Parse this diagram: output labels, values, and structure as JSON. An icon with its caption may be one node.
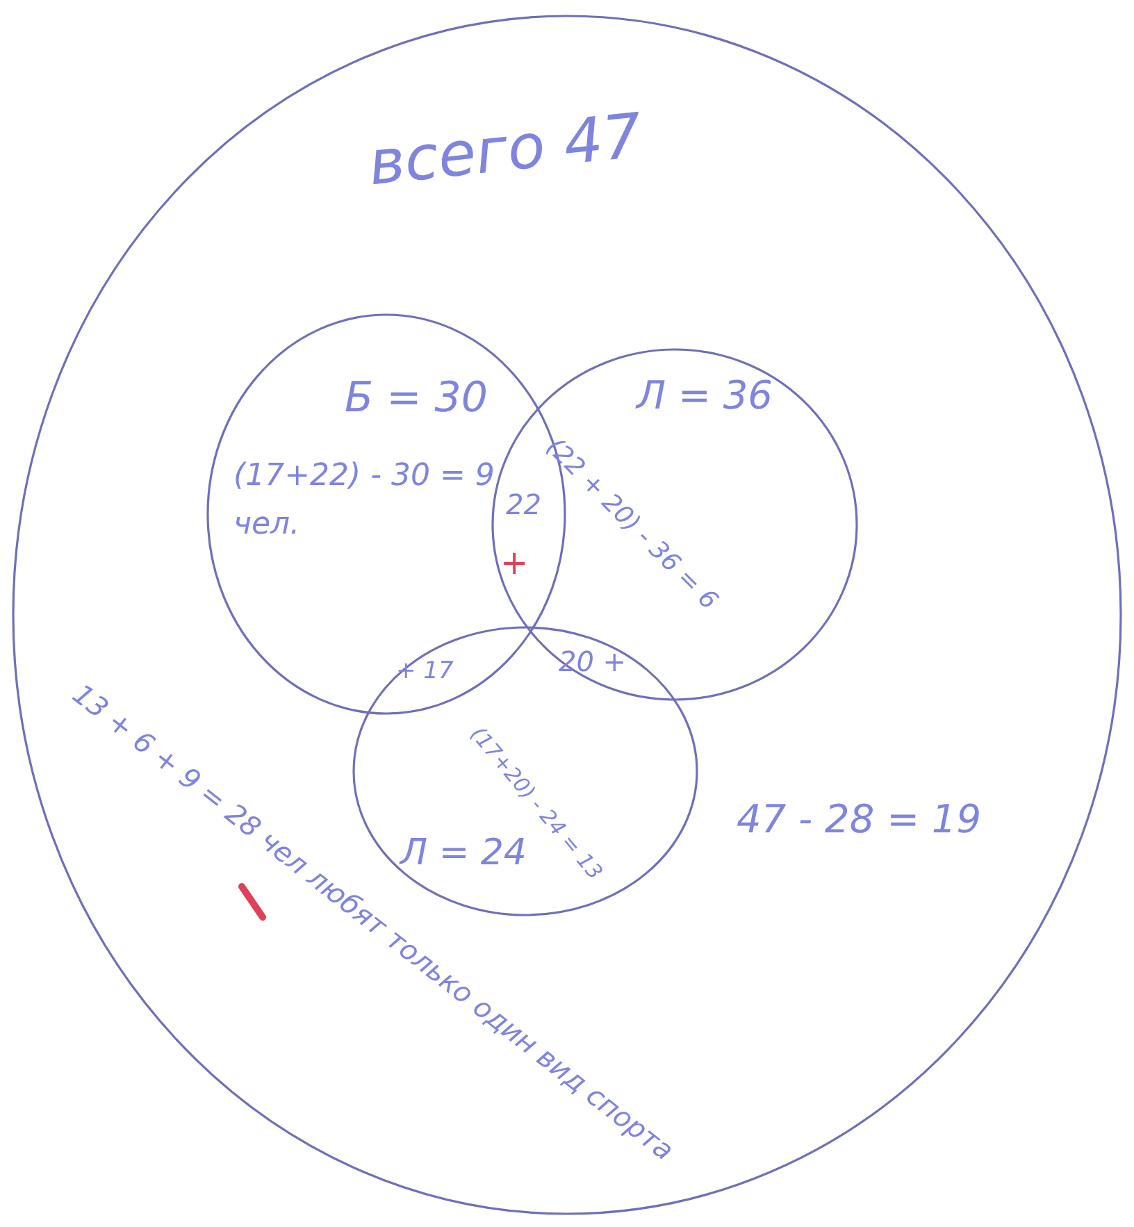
{
  "diagram": {
    "nodes": [
      {
        "text": [
          "всего 47"
        ]
      },
      {
        "text": [
          "Б = 30",
          "(17+22) - 30 = 9 чел."
        ],
        "in": 0
      },
      {
        "text": [
          "Л = 36",
          "(22 + 20) - 36 = 6"
        ],
        "in": 0
      },
      {
        "text": [
          "(17+20) - 24 = 13",
          "Л = 24"
        ],
        "in": 0
      }
    ],
    "edges": [],
    "labels": [
      "22",
      "+",
      "+ 17",
      "20 +",
      "13 + 6 + 9 = 28 чел любят только один вид спорта",
      "47 - 28 = 19"
    ]
  }
}
